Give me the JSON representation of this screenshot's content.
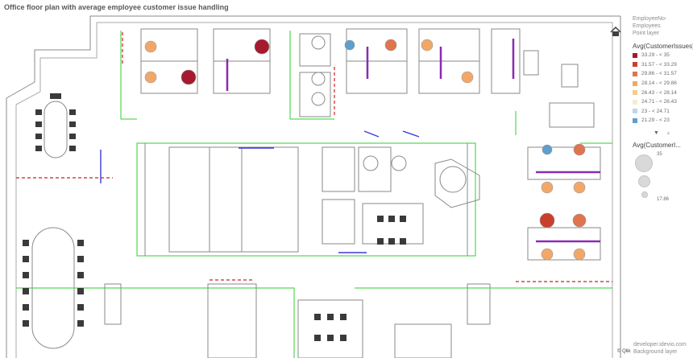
{
  "title": "Office floor plan with average employee customer issue handling",
  "legend": {
    "layer_name": "EmployeeNo-Employees",
    "layer_type": "Point layer",
    "color_title": "Avg(CustomerIssues)",
    "color_items": [
      {
        "label": "33.29 - < 35",
        "color": "#a6192e"
      },
      {
        "label": "31.57 - < 33.29",
        "color": "#c8402c"
      },
      {
        "label": "29.86 - < 31.57",
        "color": "#e0744c"
      },
      {
        "label": "28.14 - < 29.86",
        "color": "#f2a768"
      },
      {
        "label": "26.43 - < 28.14",
        "color": "#f6cd8a"
      },
      {
        "label": "24.71 - < 26.43",
        "color": "#f7edc9"
      },
      {
        "label": "23 - < 24.71",
        "color": "#bcd8ec"
      },
      {
        "label": "21.29 - < 23",
        "color": "#5f9ecd"
      }
    ],
    "size_title": "Avg(CustomerI...",
    "size_max": "35",
    "size_min": "17.86"
  },
  "attribution": {
    "line1": "developer.idevio.com",
    "line2": "Background layer",
    "qlik": "© Qlik"
  },
  "icons": [
    "home-icon",
    "scroll-down-icon",
    "scroll-up-icon"
  ],
  "plan": {
    "wall": "#8a8a8a",
    "door": "#2bd12b",
    "window": "#3a3ad8",
    "exit": "#cc2222"
  }
}
